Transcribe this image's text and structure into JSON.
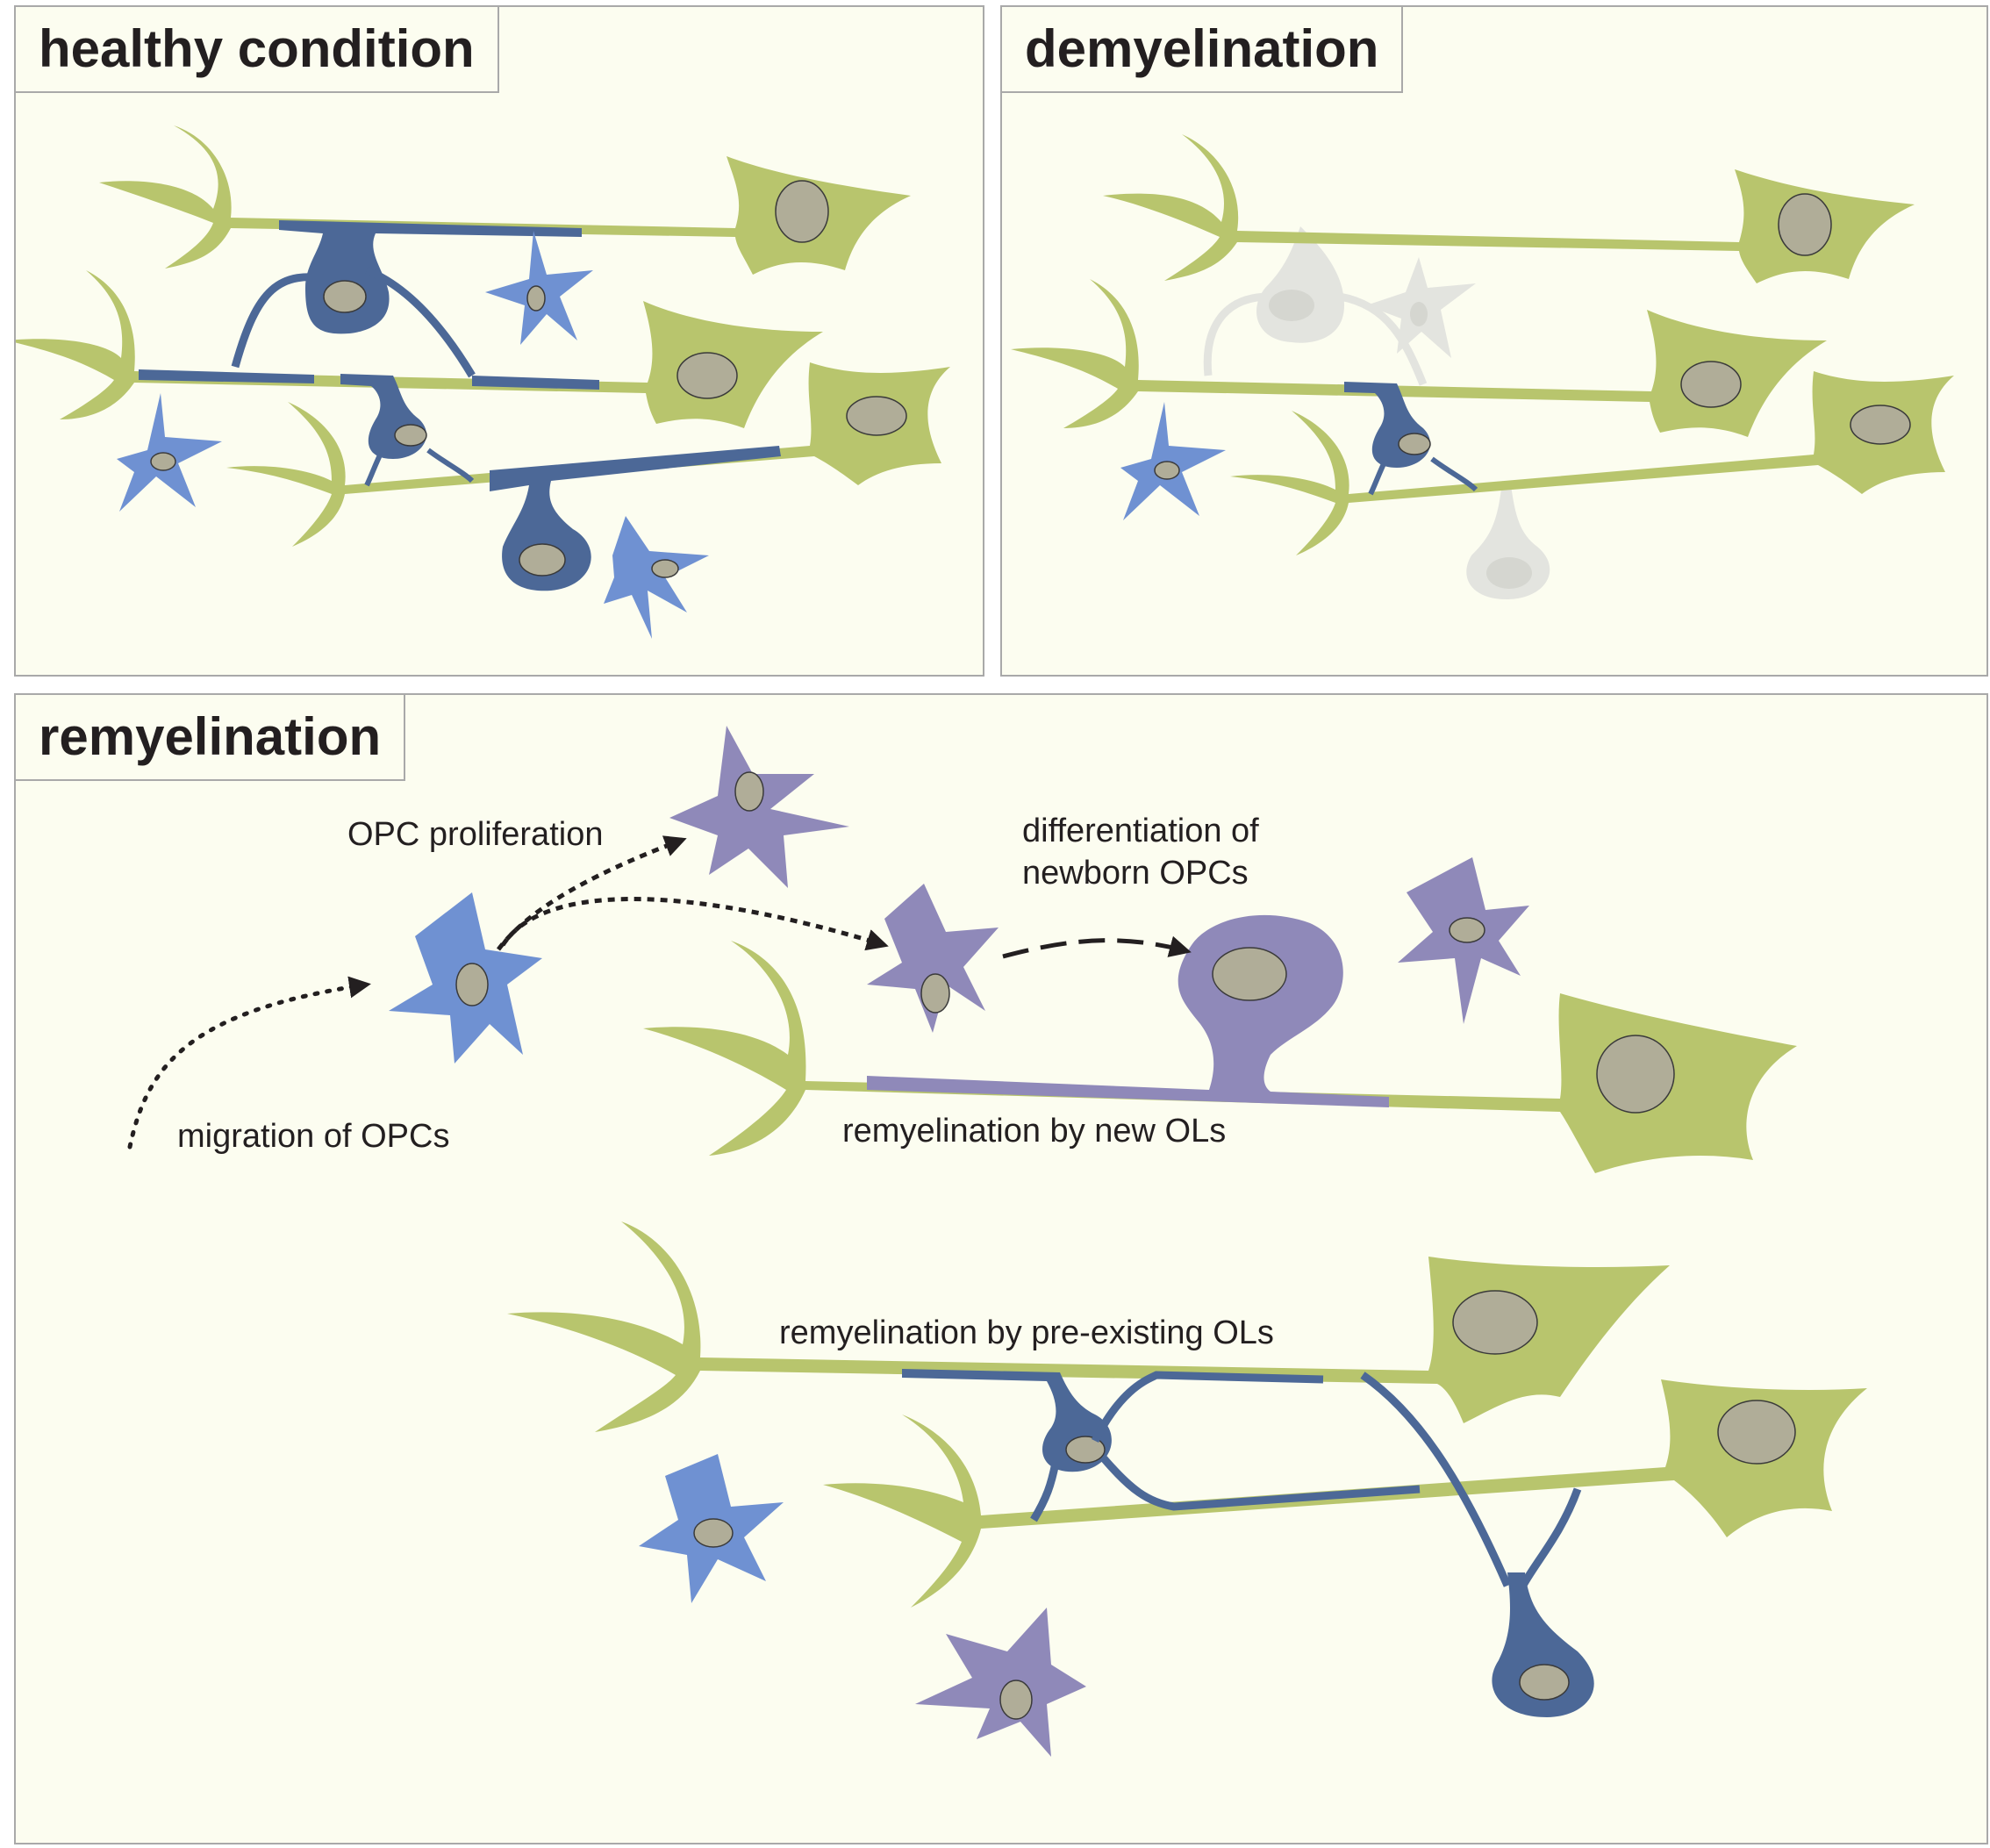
{
  "panels": {
    "healthy": {
      "title": "healthy condition"
    },
    "demyelination": {
      "title": "demyelination"
    },
    "remyelination": {
      "title": "remyelination",
      "labels": {
        "opc_proliferation": "OPC proliferation",
        "differentiation_line1": "differentiation of",
        "differentiation_line2": "newborn OPCs",
        "migration": "migration of OPCs",
        "new_ols": "remyelination by new OLs",
        "pre_existing_ols": "remyelination by pre-existing OLs"
      }
    }
  },
  "colors": {
    "background": "#fcfdf0",
    "neuron": "#b8c56d",
    "mature_oligodendrocyte": "#4c6897",
    "opc": "#6f91d2",
    "newborn_oligodendrocyte": "#8f89b9",
    "lost_myelin": "#e3e4df",
    "nucleus": "#b0ad98"
  }
}
